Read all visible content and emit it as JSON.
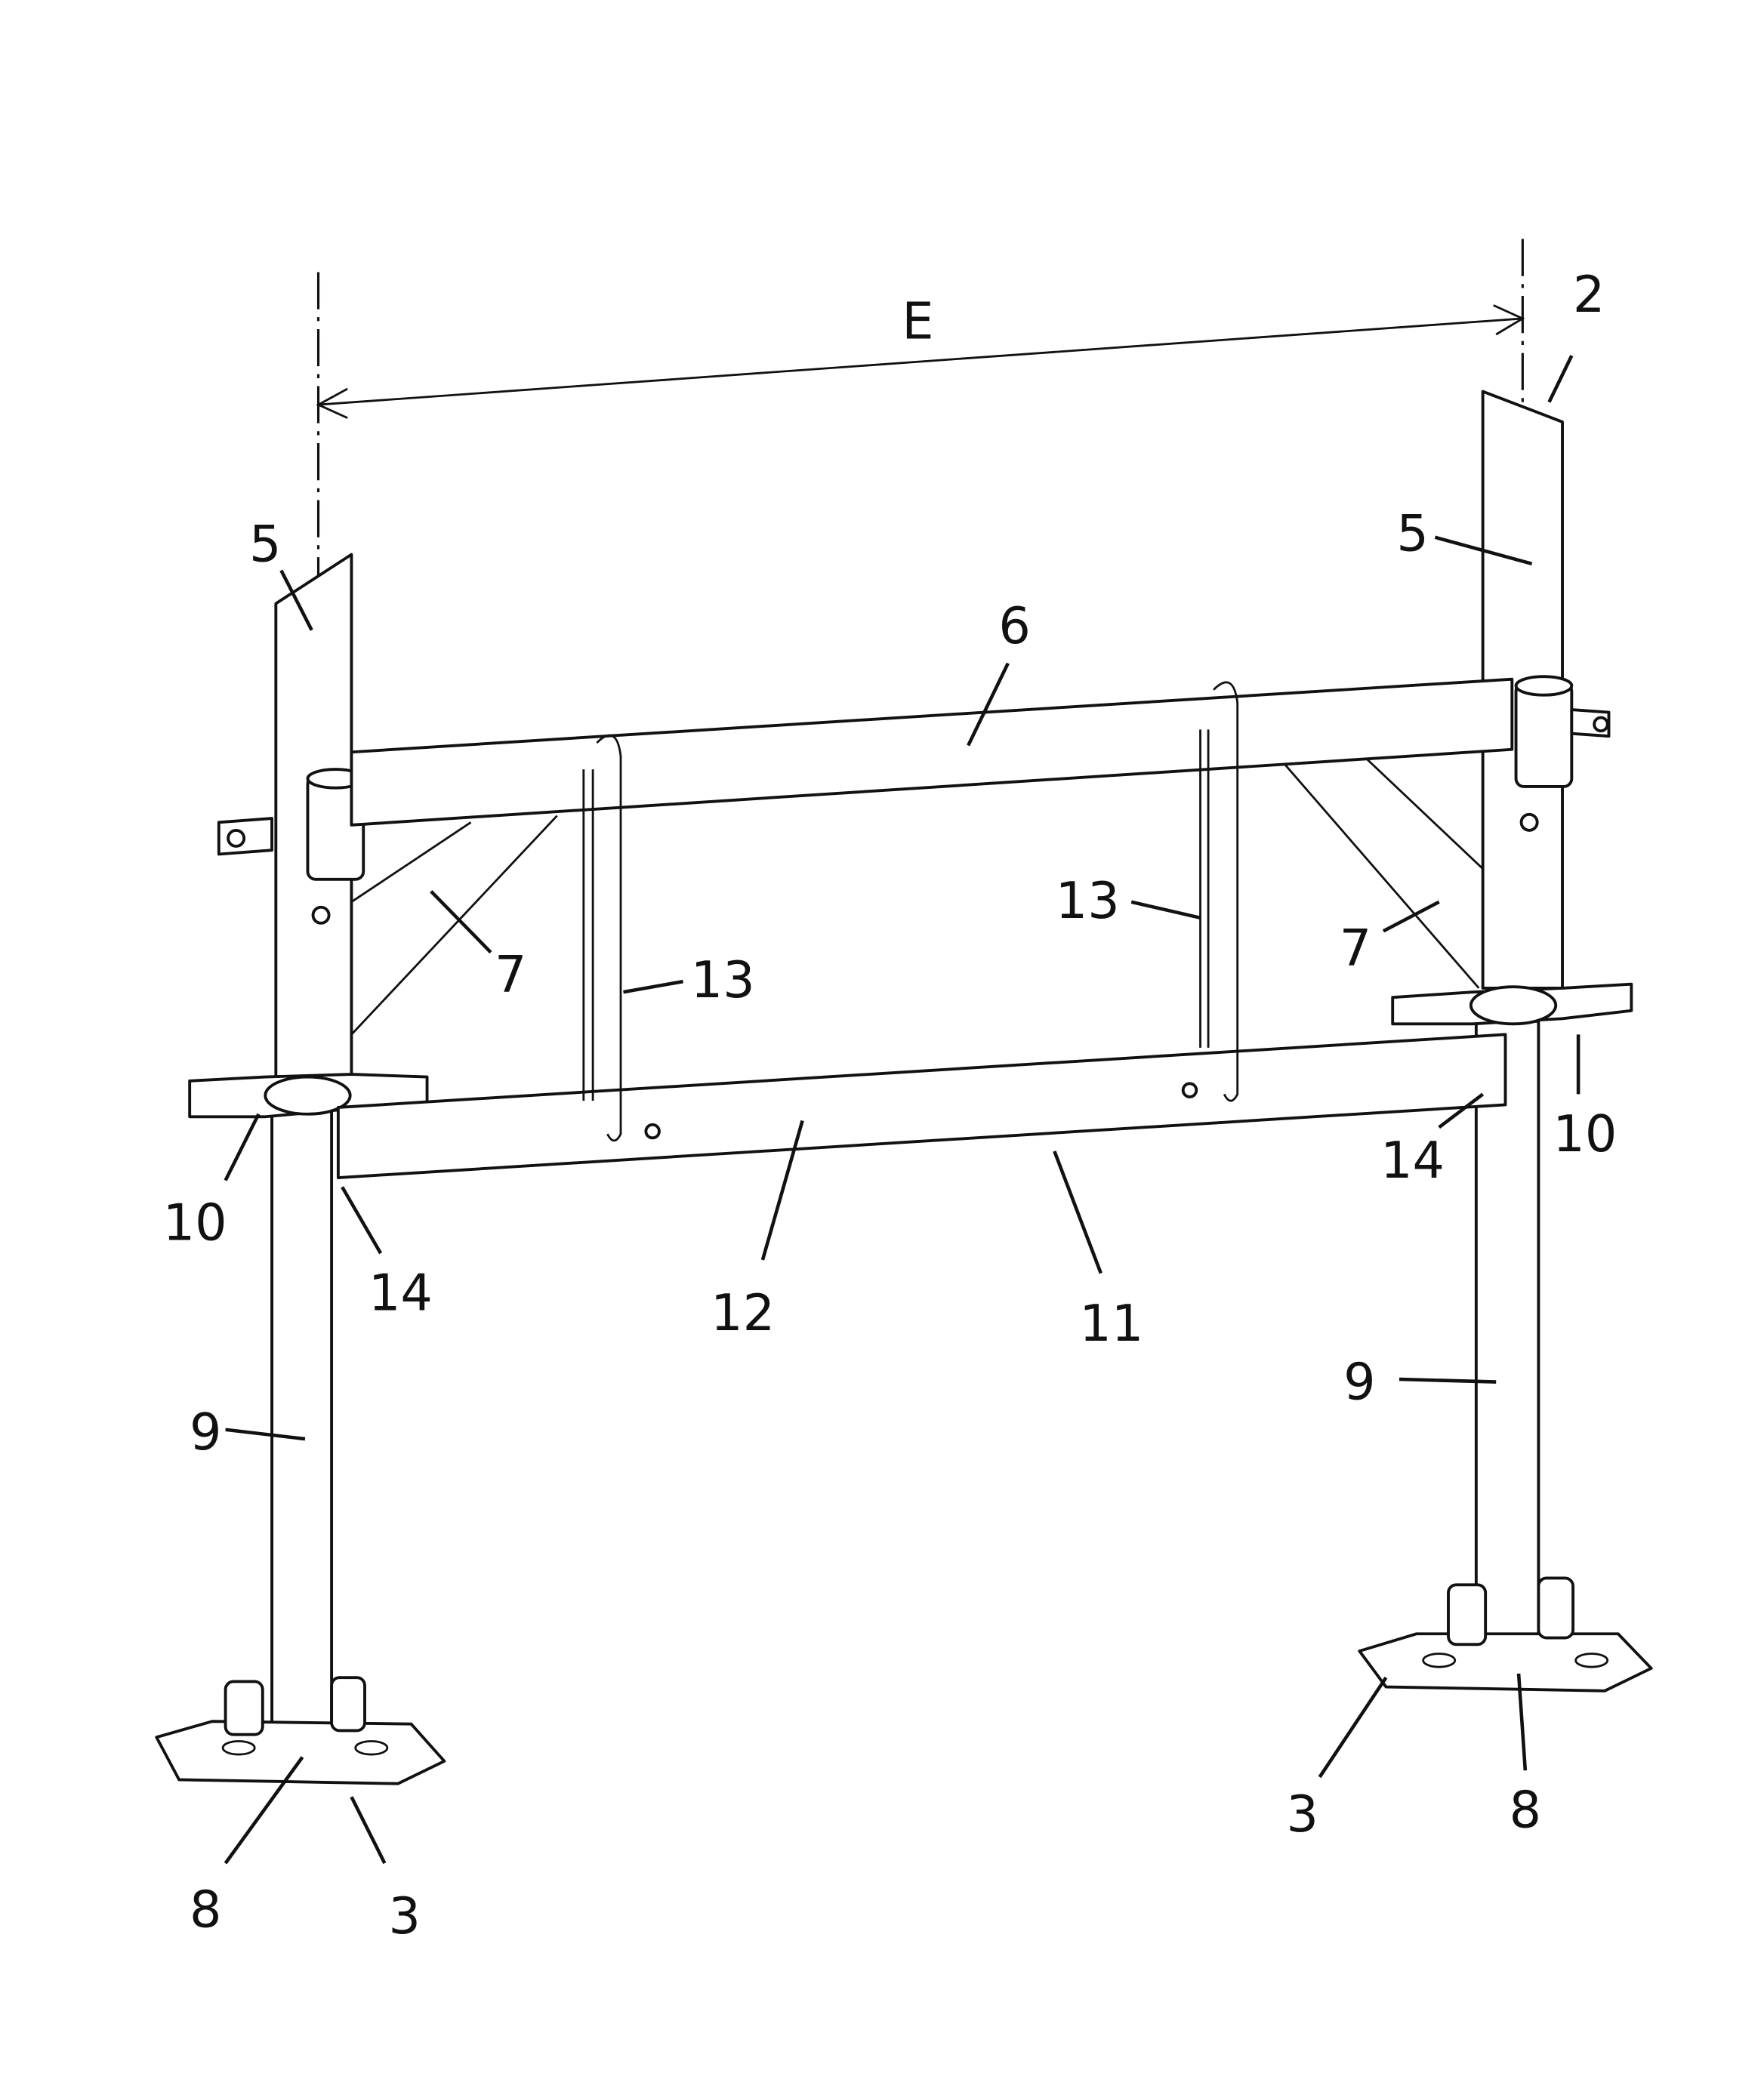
{
  "figure": {
    "dimension_label": "E",
    "labels": {
      "assembly": "2",
      "upper_tube_left": "5",
      "upper_tube_right": "5",
      "top_rail": "6",
      "brace_left": "7",
      "brace_right": "7",
      "hook_left": "13",
      "hook_right": "13",
      "collar_left": "10",
      "collar_right": "10",
      "stop_left": "14",
      "stop_right": "14",
      "bottom_rail": "12",
      "frame": "11",
      "lower_tube_left": "9",
      "lower_tube_right": "9",
      "base_plate_left": "8",
      "base_plate_right": "8",
      "foot_left": "3",
      "foot_right": "3"
    }
  }
}
